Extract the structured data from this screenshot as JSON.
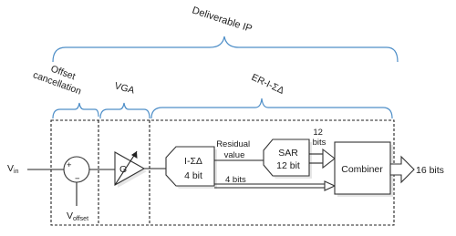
{
  "labels": {
    "deliverable_ip": "Deliverable IP",
    "offset_cancellation": "Offset cancellation",
    "vga": "VGA",
    "er_sigma_delta": "ER-I-ΣΔ",
    "vin": "Vin",
    "voffset": "Voffset",
    "plus_sign": "+",
    "minus_sign": "−",
    "vga_gain": "G",
    "isd_name": "I-ΣΔ",
    "isd_bits": "4 bit",
    "residual_line1": "Residual",
    "residual_line2": "value",
    "sar_name": "SAR",
    "sar_bits": "12 bit",
    "sar_out_line1": "12",
    "sar_out_line2": "bits",
    "four_bits": "4 bits",
    "combiner": "Combiner",
    "output_bits": "16 bits"
  }
}
